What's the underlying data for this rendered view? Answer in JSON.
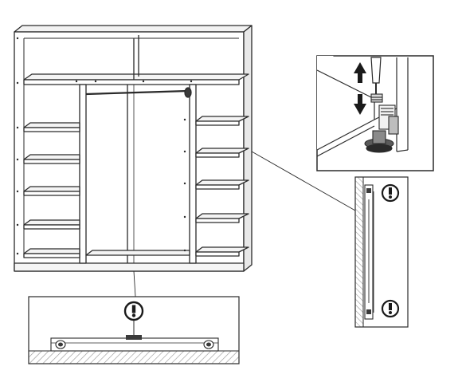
{
  "diagram": {
    "kind": "assembly-instruction",
    "subject": "wardrobe",
    "colors": {
      "line": "#2a2a2a",
      "panel": "#ffffff",
      "shade": "#d9d9d9",
      "dark": "#3a3a3a",
      "hatch": "#9a9a9a"
    },
    "callouts": [
      {
        "id": "adjuster-foot",
        "icon": "double-arrow-up-down",
        "meaning": "adjust height"
      },
      {
        "id": "side-rail",
        "icon": "exclamation-in-circle",
        "count": 2
      },
      {
        "id": "bottom-rail",
        "icon": "exclamation-in-circle",
        "count": 1
      }
    ],
    "icons": [
      "exclamation-circle-icon",
      "up-down-arrow-icon"
    ]
  }
}
